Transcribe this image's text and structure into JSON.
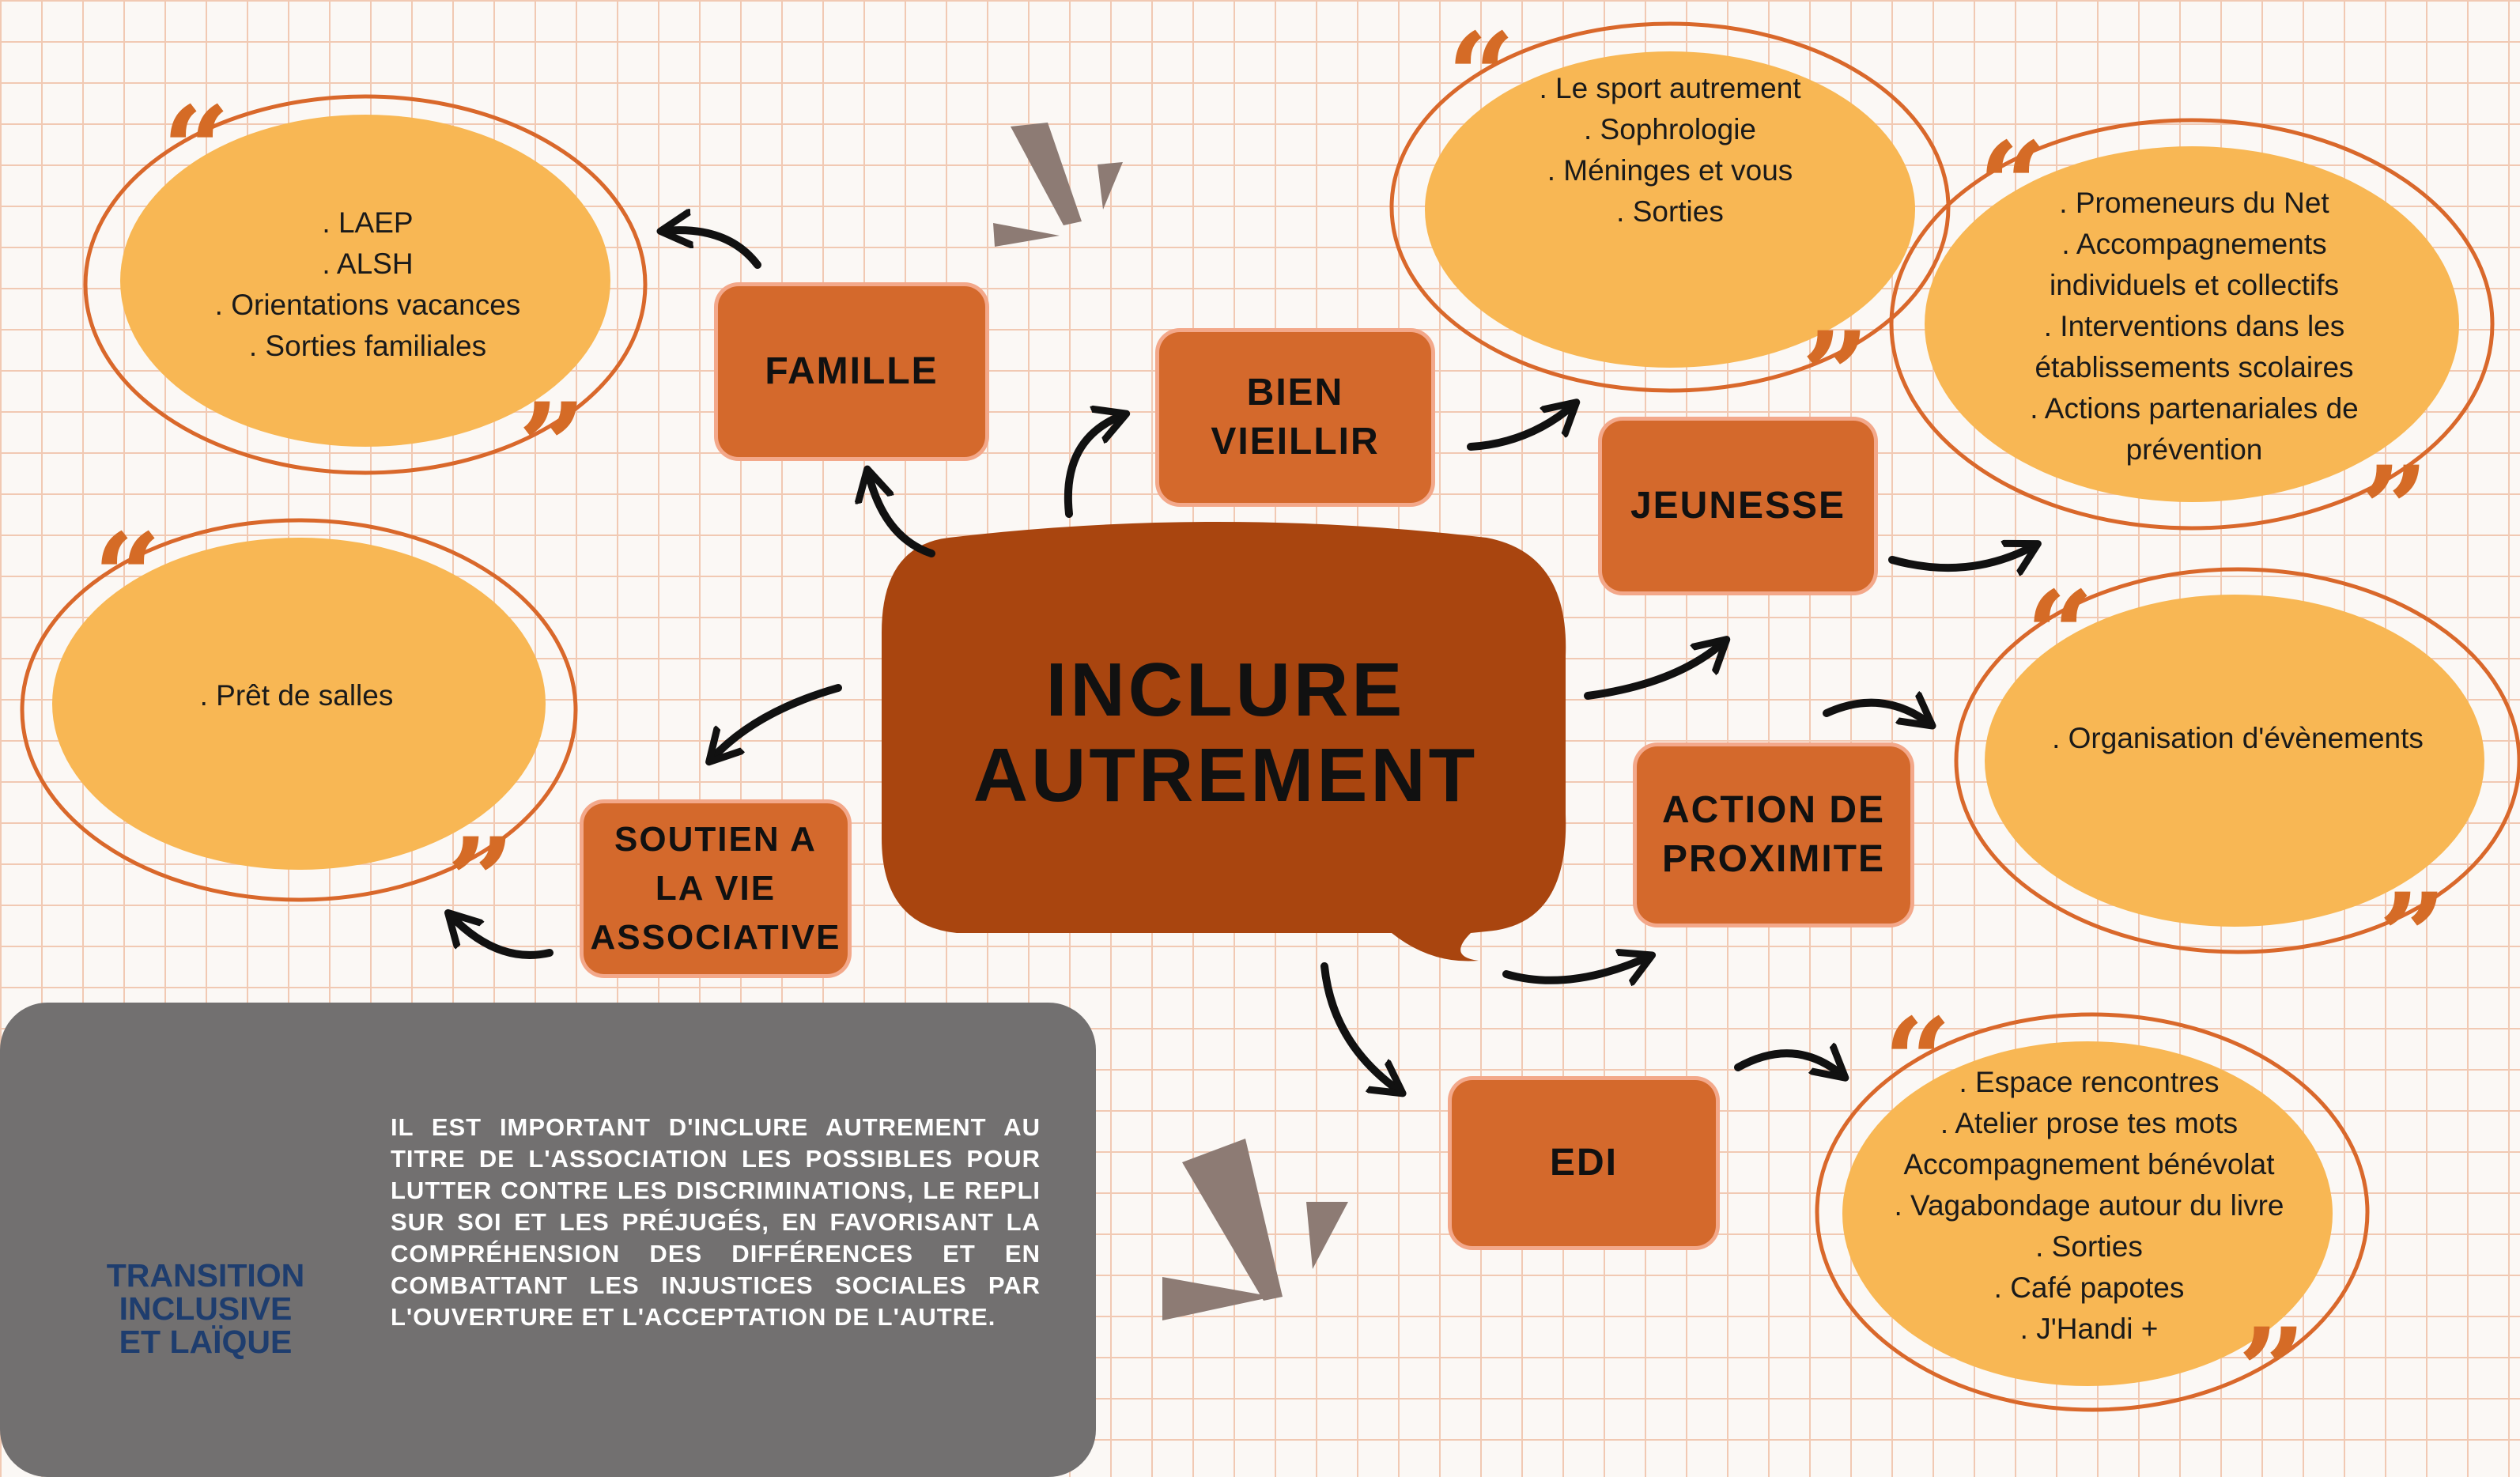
{
  "title_lines": [
    "INCLURE",
    "AUTREMENT"
  ],
  "nodes": {
    "famille": "FAMILLE",
    "bien_vieillir": "BIEN VIEILLIR",
    "jeunesse": "JEUNESSE",
    "action_proximite": "ACTION DE PROXIMITE",
    "edi": "EDI",
    "soutien": "SOUTIEN A LA VIE ASSOCIATIVE"
  },
  "bubbles": {
    "famille": [
      ". LAEP",
      ". ALSH",
      ". Orientations vacances",
      ". Sorties familiales"
    ],
    "bien_vieillir": [
      ". Le sport autrement",
      ". Sophrologie",
      ". Méninges et vous",
      ". Sorties"
    ],
    "jeunesse": [
      ". Promeneurs du Net",
      ". Accompagnements individuels et collectifs",
      ". Interventions dans les établissements scolaires",
      ". Actions partenariales de prévention"
    ],
    "action_proximite": [
      ". Organisation d'évènements"
    ],
    "edi": [
      ". Espace rencontres",
      ". Atelier prose tes mots",
      "Accompagnement bénévolat",
      ". Vagabondage autour du livre",
      ". Sorties",
      ". Café papotes",
      ". J'Handi +"
    ],
    "soutien": [
      ". Prêt de salles"
    ]
  },
  "info_text": "Il est important d'inclure autrement au titre de l'association Les Possibles pour lutter contre les discriminations, le repli sur soi et les préjugés, en favorisant la compréhension des différences et en combattant les injustices sociales par l'ouverture et l'acceptation de l'autre.",
  "logo_lines": [
    "TRANSITION",
    "INCLUSIVE",
    "ET LAÏQUE"
  ],
  "colors": {
    "bubble_fill": "#f8b754",
    "bubble_ring": "#d9682b",
    "node_fill": "#d4692c",
    "center_fill": "#a9450f",
    "quote": "#d56b26",
    "info_box": "#727070",
    "grid": "#f1c9b3"
  },
  "icons": [
    "quote-open-icon",
    "quote-close-icon",
    "arrow-icon",
    "accent-burst-icon",
    "logo-icon"
  ]
}
